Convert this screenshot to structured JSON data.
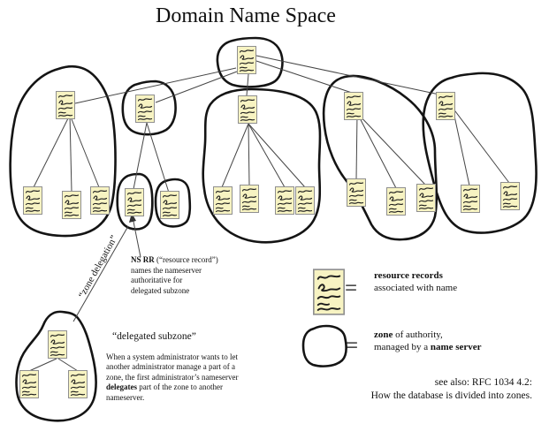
{
  "title": "Domain Name Space",
  "annotations": {
    "zone_delegation_label": "“zone delegation”",
    "delegated_subzone_label": "“delegated subzone”",
    "ns_rr_note": {
      "lead_bold": "NS RR",
      "lead_rest": " (“resource record”)",
      "line2": "names the nameserver",
      "line3": "authoritative for",
      "line4": "delegated subzone"
    },
    "delegation_note": {
      "part1": "When a system administrator wants to let another administrator manage a part of a zone, the first administrator’s nameserver ",
      "bold": "delegates",
      "part2": " part of the zone to another nameserver."
    }
  },
  "legend": {
    "equals_sign": "=",
    "resource_records": {
      "bold": "resource records",
      "line2": "associated with name"
    },
    "zone": {
      "bold1": "zone",
      "rest1": " of authority,",
      "pre2": "managed by a ",
      "bold2": "name server"
    }
  },
  "see_also": {
    "line1": "see also: RFC 1034 4.2:",
    "line2": "How the database is divided into zones."
  },
  "diagram": {
    "root_records": 1,
    "zones": [
      {
        "position": "left",
        "records": 4
      },
      {
        "position": "center-left",
        "records": 3
      },
      {
        "position": "center",
        "records": 5
      },
      {
        "position": "center-right",
        "records": 4
      },
      {
        "position": "right",
        "records": 3
      },
      {
        "position": "delegated-subzone-bottom-left",
        "records": 3
      }
    ]
  },
  "icons": {
    "resource_record": "resource-record-icon",
    "zone_outline": "zone-outline-icon",
    "arrowhead": "arrowhead-icon",
    "equals": "equals-icon"
  },
  "colors": {
    "record_fill": "#f7f3c2",
    "record_border": "#8f8f8f",
    "zone_stroke": "#141414",
    "edge": "#454545"
  }
}
